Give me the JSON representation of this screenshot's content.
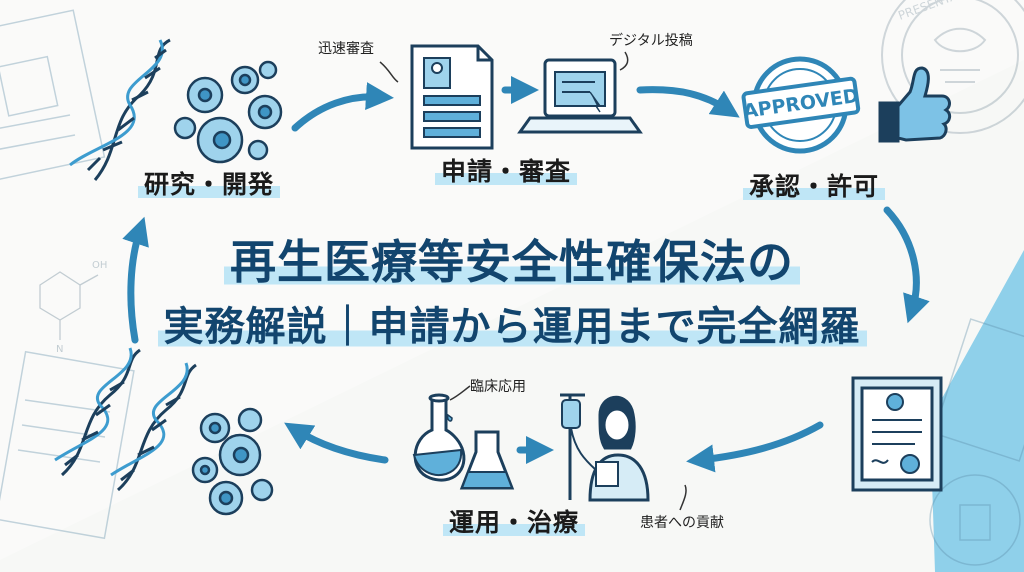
{
  "title": {
    "line1": "再生医療等安全性確保法の",
    "line2": "実務解説｜申請から運用まで完全網羅"
  },
  "stages": {
    "research": "研究・開発",
    "application": "申請・審査",
    "approval": "承認・許可",
    "operation": "運用・治療"
  },
  "notes": {
    "rapid_review": "迅速審査",
    "digital_submission": "デジタル投稿",
    "clinical_application": "臨床応用",
    "patient_contribution": "患者への貢献"
  },
  "stamp": {
    "text": "APPROVED"
  },
  "seal": {
    "text": "PRESENTATION OF THE LEI"
  },
  "chemical": {
    "oh_label": "OH",
    "n_label": "N"
  },
  "icons": [
    "dna-icon",
    "cells-icon",
    "document-icon",
    "laptop-icon",
    "approved-stamp-icon",
    "thumbs-up-icon",
    "certificate-icon",
    "lab-flasks-icon",
    "patient-iv-icon"
  ],
  "colors": {
    "background": "#8fd0ea",
    "paper": "#f7f8f6",
    "title": "#12456e",
    "accent": "#2f86b7",
    "highlight": "#bfe6f6"
  }
}
